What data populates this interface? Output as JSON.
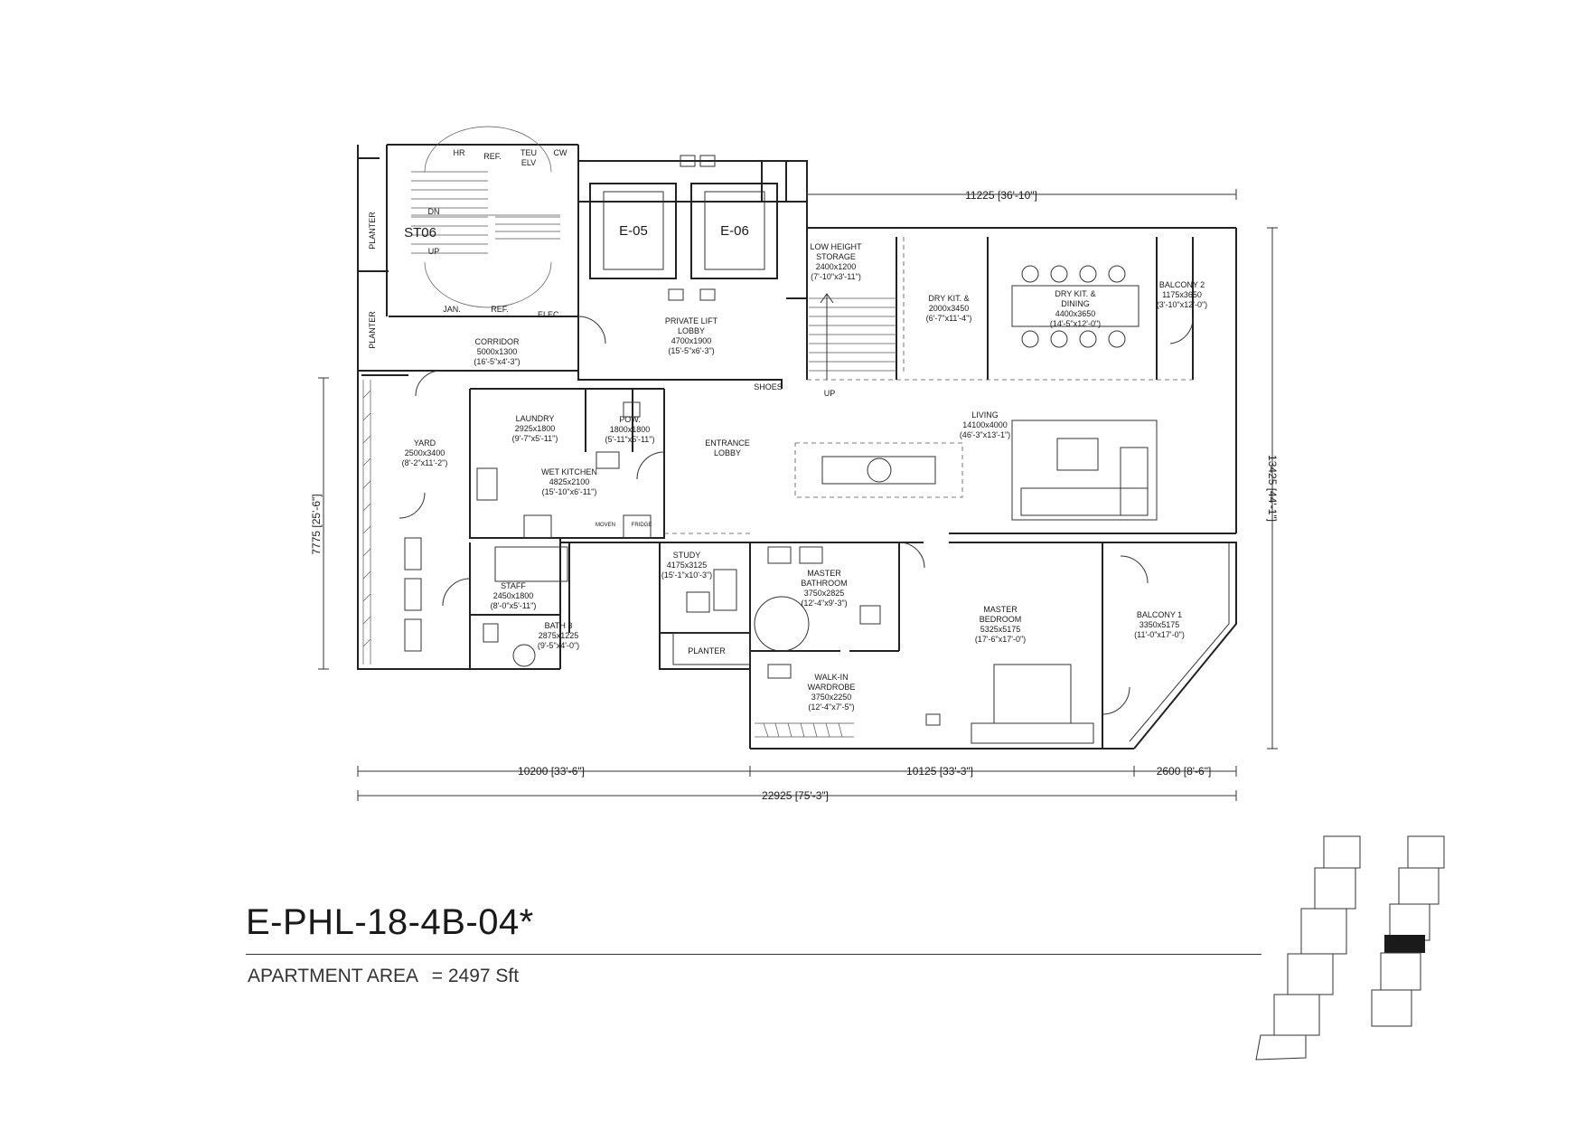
{
  "unit": {
    "code": "E-PHL-18-4B-04*",
    "area_label": "APARTMENT AREA",
    "area_value": "= 2497 Sft"
  },
  "lifts": {
    "e05": "E-05",
    "e06": "E-06"
  },
  "stair": {
    "name": "ST06",
    "dn": "DN",
    "up": "UP"
  },
  "services": {
    "hr": "HR",
    "ref": "REF.",
    "teu": "TEU",
    "elv": "ELV",
    "cw": "CW",
    "jan": "JAN.",
    "ref2": "REF.",
    "elec": "ELEC."
  },
  "rooms": {
    "planter_1": "PLANTER",
    "planter_2": "PLANTER",
    "corridor": {
      "name": "CORRIDOR",
      "size": "5000x1300",
      "imperial": "(16'-5\"x4'-3\")"
    },
    "private_lift_lobby": {
      "name_1": "PRIVATE LIFT",
      "name_2": "LOBBY",
      "size": "4700x1900",
      "imperial": "(15'-5\"x6'-3\")"
    },
    "low_height_storage": {
      "name_1": "LOW HEIGHT",
      "name_2": "STORAGE",
      "size": "2400x1200",
      "imperial": "(7'-10\"x3'-11\")"
    },
    "dry_kit": {
      "name": "DRY KIT. &",
      "size": "2000x3450",
      "imperial": "(6'-7\"x11'-4\")"
    },
    "dry_kit_dining": {
      "name_1": "DRY KIT. &",
      "name_2": "DINING",
      "size": "4400x3650",
      "imperial": "(14'-5\"x12'-0\")"
    },
    "balcony_2": {
      "name": "BALCONY 2",
      "size": "1175x3650",
      "imperial": "(3'-10\"x12'-0\")"
    },
    "shoes": "SHOES",
    "up_arrow": "UP",
    "yard": {
      "name": "YARD",
      "size": "2500x3400",
      "imperial": "(8'-2\"x11'-2\")"
    },
    "laundry": {
      "name": "LAUNDRY",
      "size": "2925x1800",
      "imperial": "(9'-7\"x5'-11\")"
    },
    "powder": {
      "name": "POW.",
      "size": "1800x1800",
      "imperial": "(5'-11\"x5'-11\")"
    },
    "wet_kitchen": {
      "name": "WET KITCHEN",
      "size": "4825x2100",
      "imperial": "(15'-10\"x6'-11\")"
    },
    "entrance_lobby": {
      "name_1": "ENTRANCE",
      "name_2": "LOBBY"
    },
    "living": {
      "name": "LIVING",
      "size": "14100x4000",
      "imperial": "(46'-3\"x13'-1\")"
    },
    "staff": {
      "name": "STAFF",
      "size": "2450x1800",
      "imperial": "(8'-0\"x5'-11\")"
    },
    "bath_3": {
      "name": "BATH 3",
      "size": "2875x1225",
      "imperial": "(9'-5\"x4'-0\")"
    },
    "study": {
      "name": "STUDY",
      "size": "4175x3125",
      "imperial": "(15'-1\"x10'-3\")"
    },
    "planter_3": "PLANTER",
    "master_bathroom": {
      "name_1": "MASTER",
      "name_2": "BATHROOM",
      "size": "3750x2825",
      "imperial": "(12'-4\"x9'-3\")"
    },
    "walk_in_wardrobe": {
      "name_1": "WALK-IN",
      "name_2": "WARDROBE",
      "size": "3750x2250",
      "imperial": "(12'-4\"x7'-5\")"
    },
    "master_bedroom": {
      "name_1": "MASTER",
      "name_2": "BEDROOM",
      "size": "5325x5175",
      "imperial": "(17'-6\"x17'-0\")"
    },
    "balcony_1": {
      "name": "BALCONY 1",
      "size": "3350x5175",
      "imperial": "(11'-0\"x17'-0\")"
    }
  },
  "appliances": {
    "moven": "MOVEN",
    "fridge": "FRIDGE"
  },
  "dimensions": {
    "top": "11225 [36'-10\"]",
    "left": "7775 [25'-6\"]",
    "right": "13425 [44'-1\"]",
    "bottom_1": "10200 [33'-6\"]",
    "bottom_2": "10125 [33'-3\"]",
    "bottom_3": "2600 [8'-6\"]",
    "overall": "22925 [75'-3\"]"
  },
  "key_plan": {
    "highlight_color": "#1a1a1a"
  }
}
